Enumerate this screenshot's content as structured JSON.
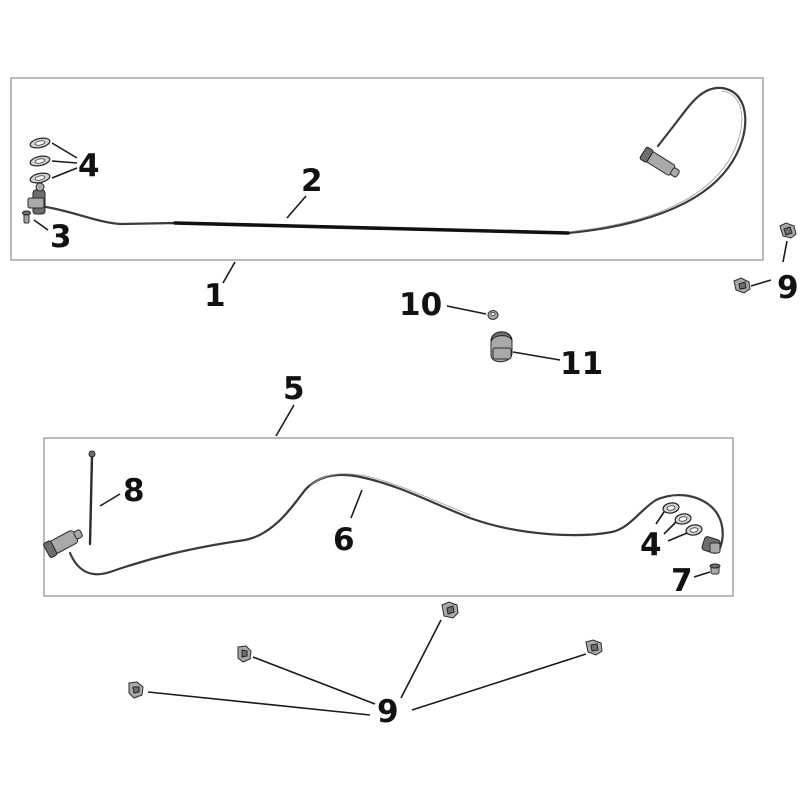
{
  "callouts": {
    "c1": "1",
    "c2": "2",
    "c3": "3",
    "c4_top": "4",
    "c4_bottom": "4",
    "c5": "5",
    "c6": "6",
    "c7": "7",
    "c8": "8",
    "c9_top": "9",
    "c9_bottom": "9",
    "c10": "10",
    "c11": "11"
  }
}
